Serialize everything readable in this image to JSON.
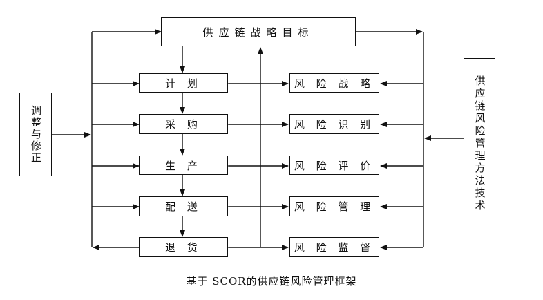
{
  "goal": "供应链战略目标",
  "scor_steps": [
    "计 划",
    "采 购",
    "生 产",
    "配 送",
    "退 货"
  ],
  "risk_steps": [
    "风 险 战 略",
    "风 险 识 别",
    "风 险 评 价",
    "风 险 管 理",
    "风 险 监 督"
  ],
  "left_box": "调整与修正",
  "right_box": "供应链风险管理方法技术",
  "caption": "基于 SCOR的供应链风险管理框架"
}
